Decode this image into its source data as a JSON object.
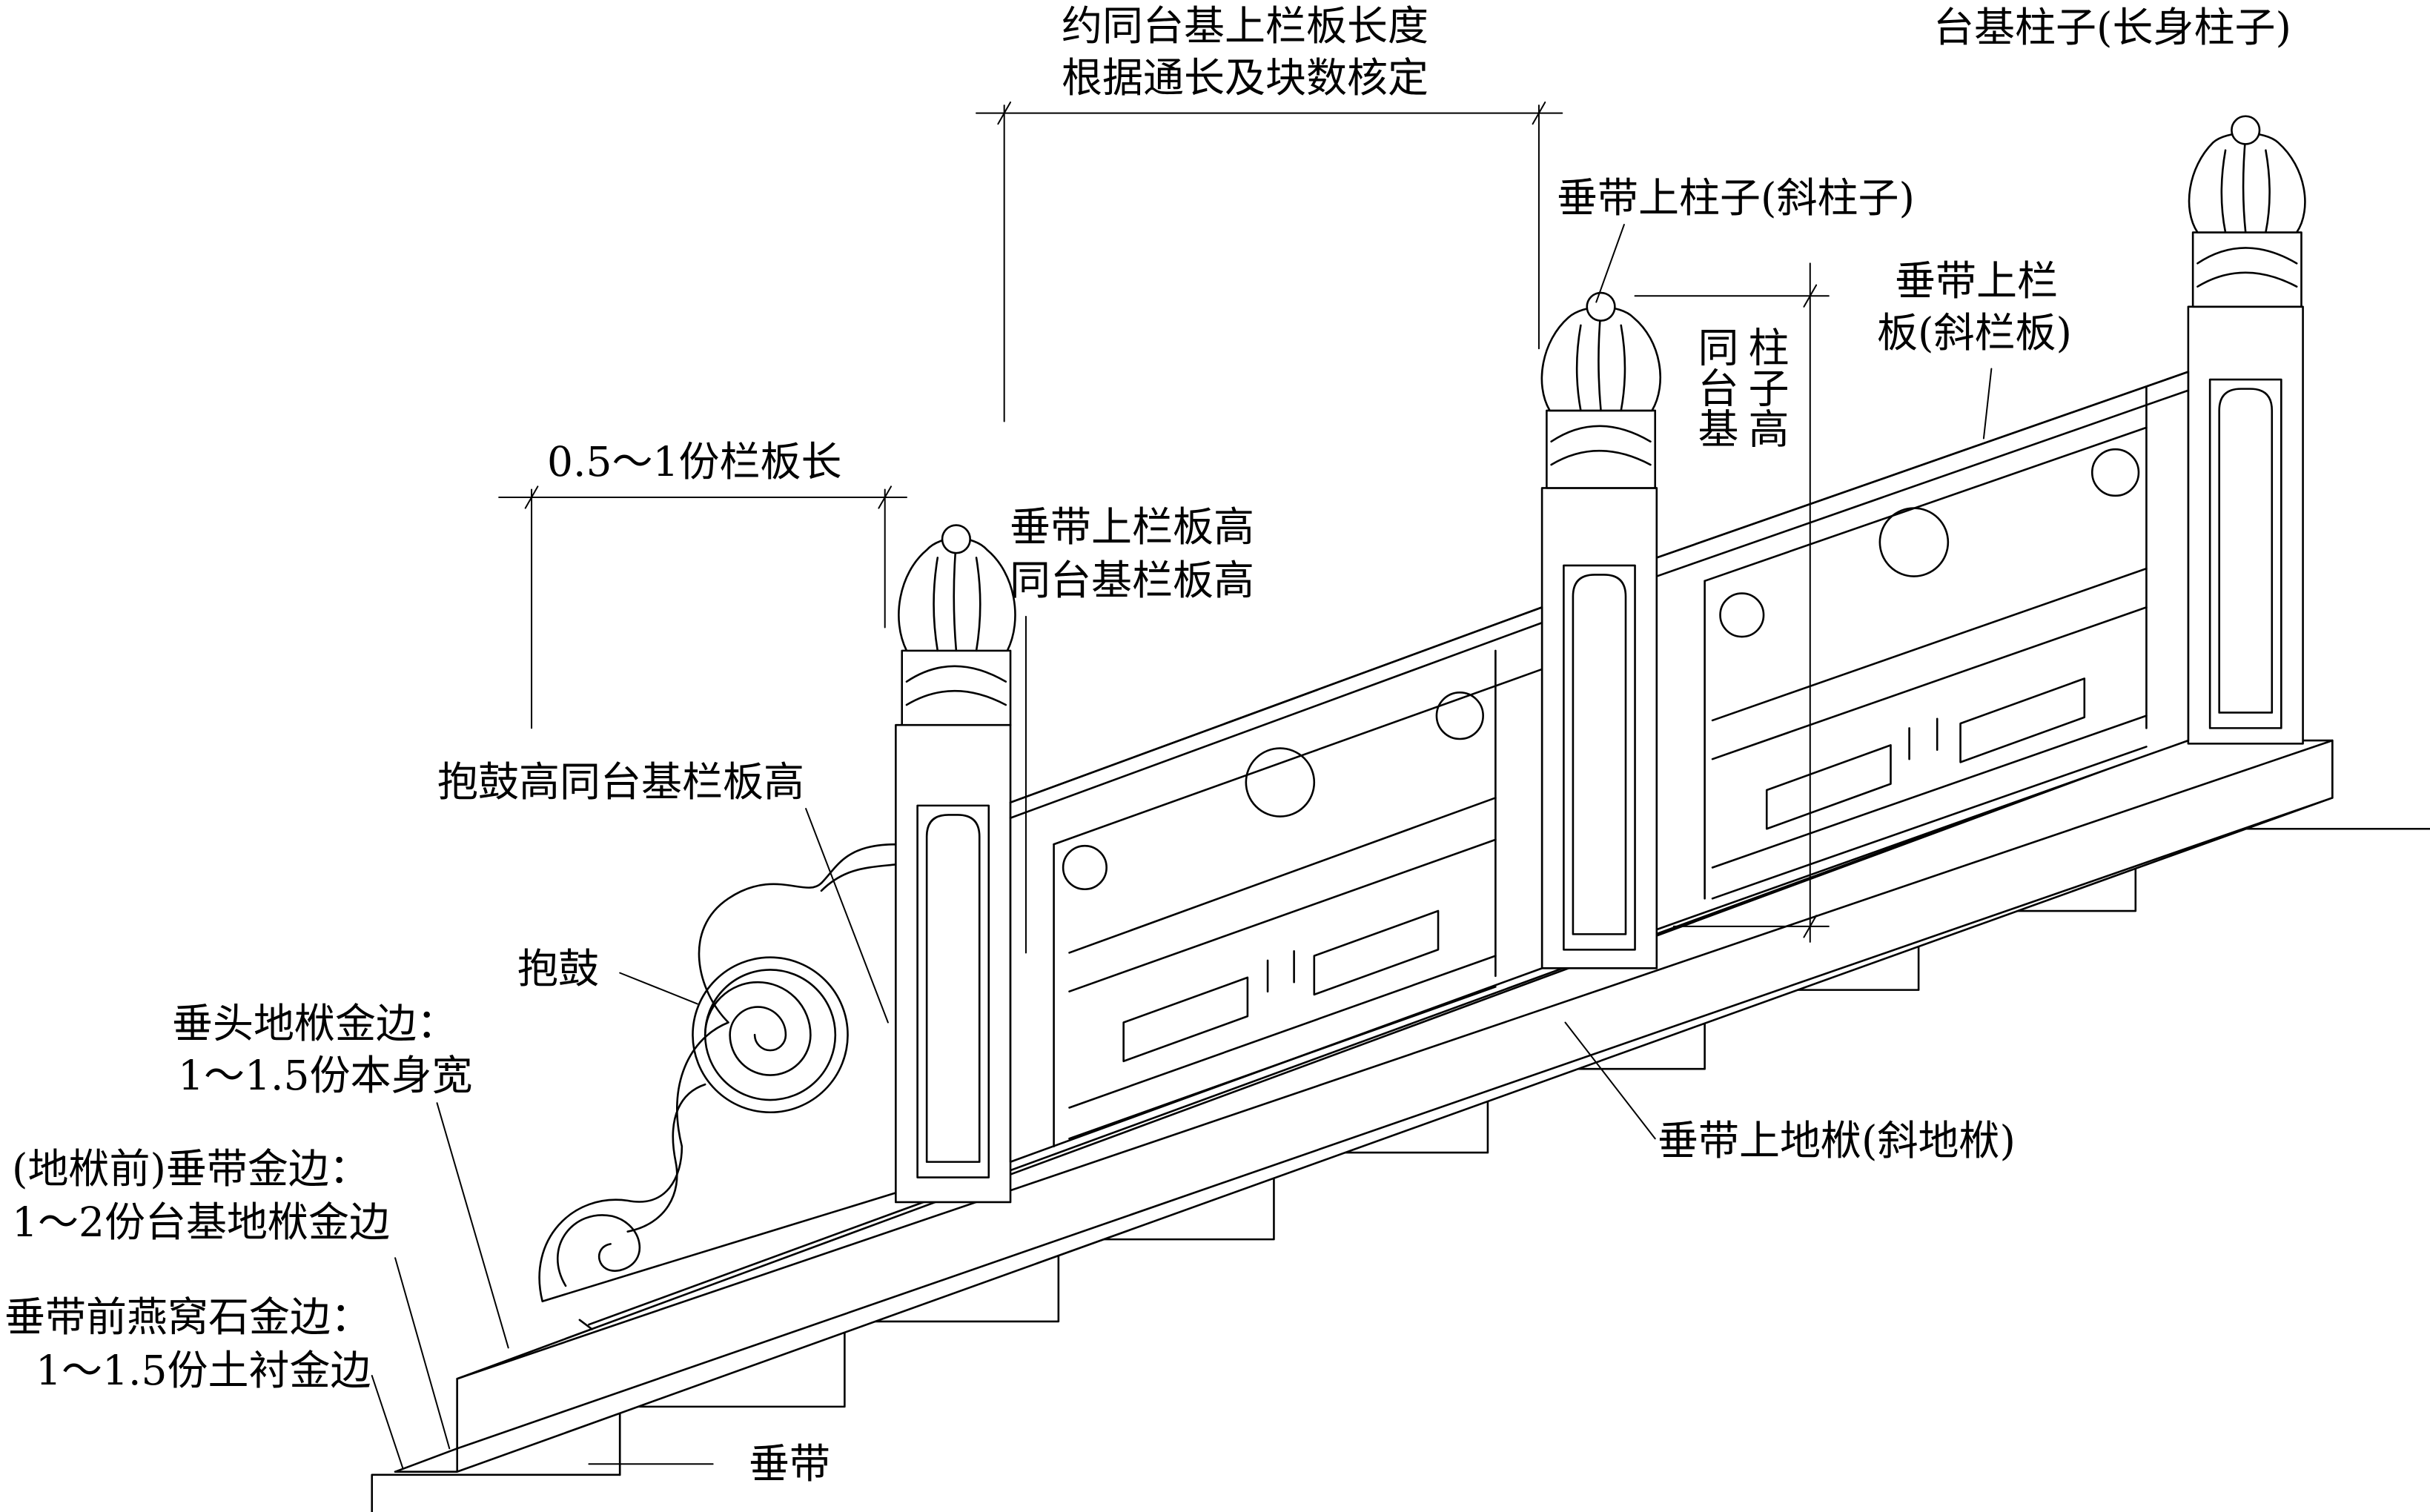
{
  "labels": {
    "top_dimension_line1": "约同台基上栏板长度",
    "top_dimension_line2": "根据通长及块数核定",
    "base_post": "台基柱子(长身柱子)",
    "upper_post": "垂带上柱子(斜柱子)",
    "slanted_panel_line1": "垂带上栏",
    "slanted_panel_line2": "板(斜栏板)",
    "post_height_line1": "同台基",
    "post_height_line2": "柱子高",
    "partial_panel_length": "0.5～1份栏板长",
    "panel_height_line1": "垂带上栏板高",
    "panel_height_line2": "同台基栏板高",
    "drum_height": "抱鼓高同台基栏板高",
    "drum": "抱鼓",
    "head_sill_margin_line1": "垂头地栿金边：",
    "head_sill_margin_line2": "1～1.5份本身宽",
    "slope_margin_line1": "(地栿前)垂带金边：",
    "slope_margin_line2": "1～2份台基地栿金边",
    "step_margin_line1": "垂带前燕窝石金边：",
    "step_margin_line2": "1～1.5份土衬金边",
    "slanted_sill": "垂带上地栿(斜地栿)",
    "slope_stone": "垂带"
  },
  "colors": {
    "ink": "#000000",
    "paper": "#ffffff"
  }
}
